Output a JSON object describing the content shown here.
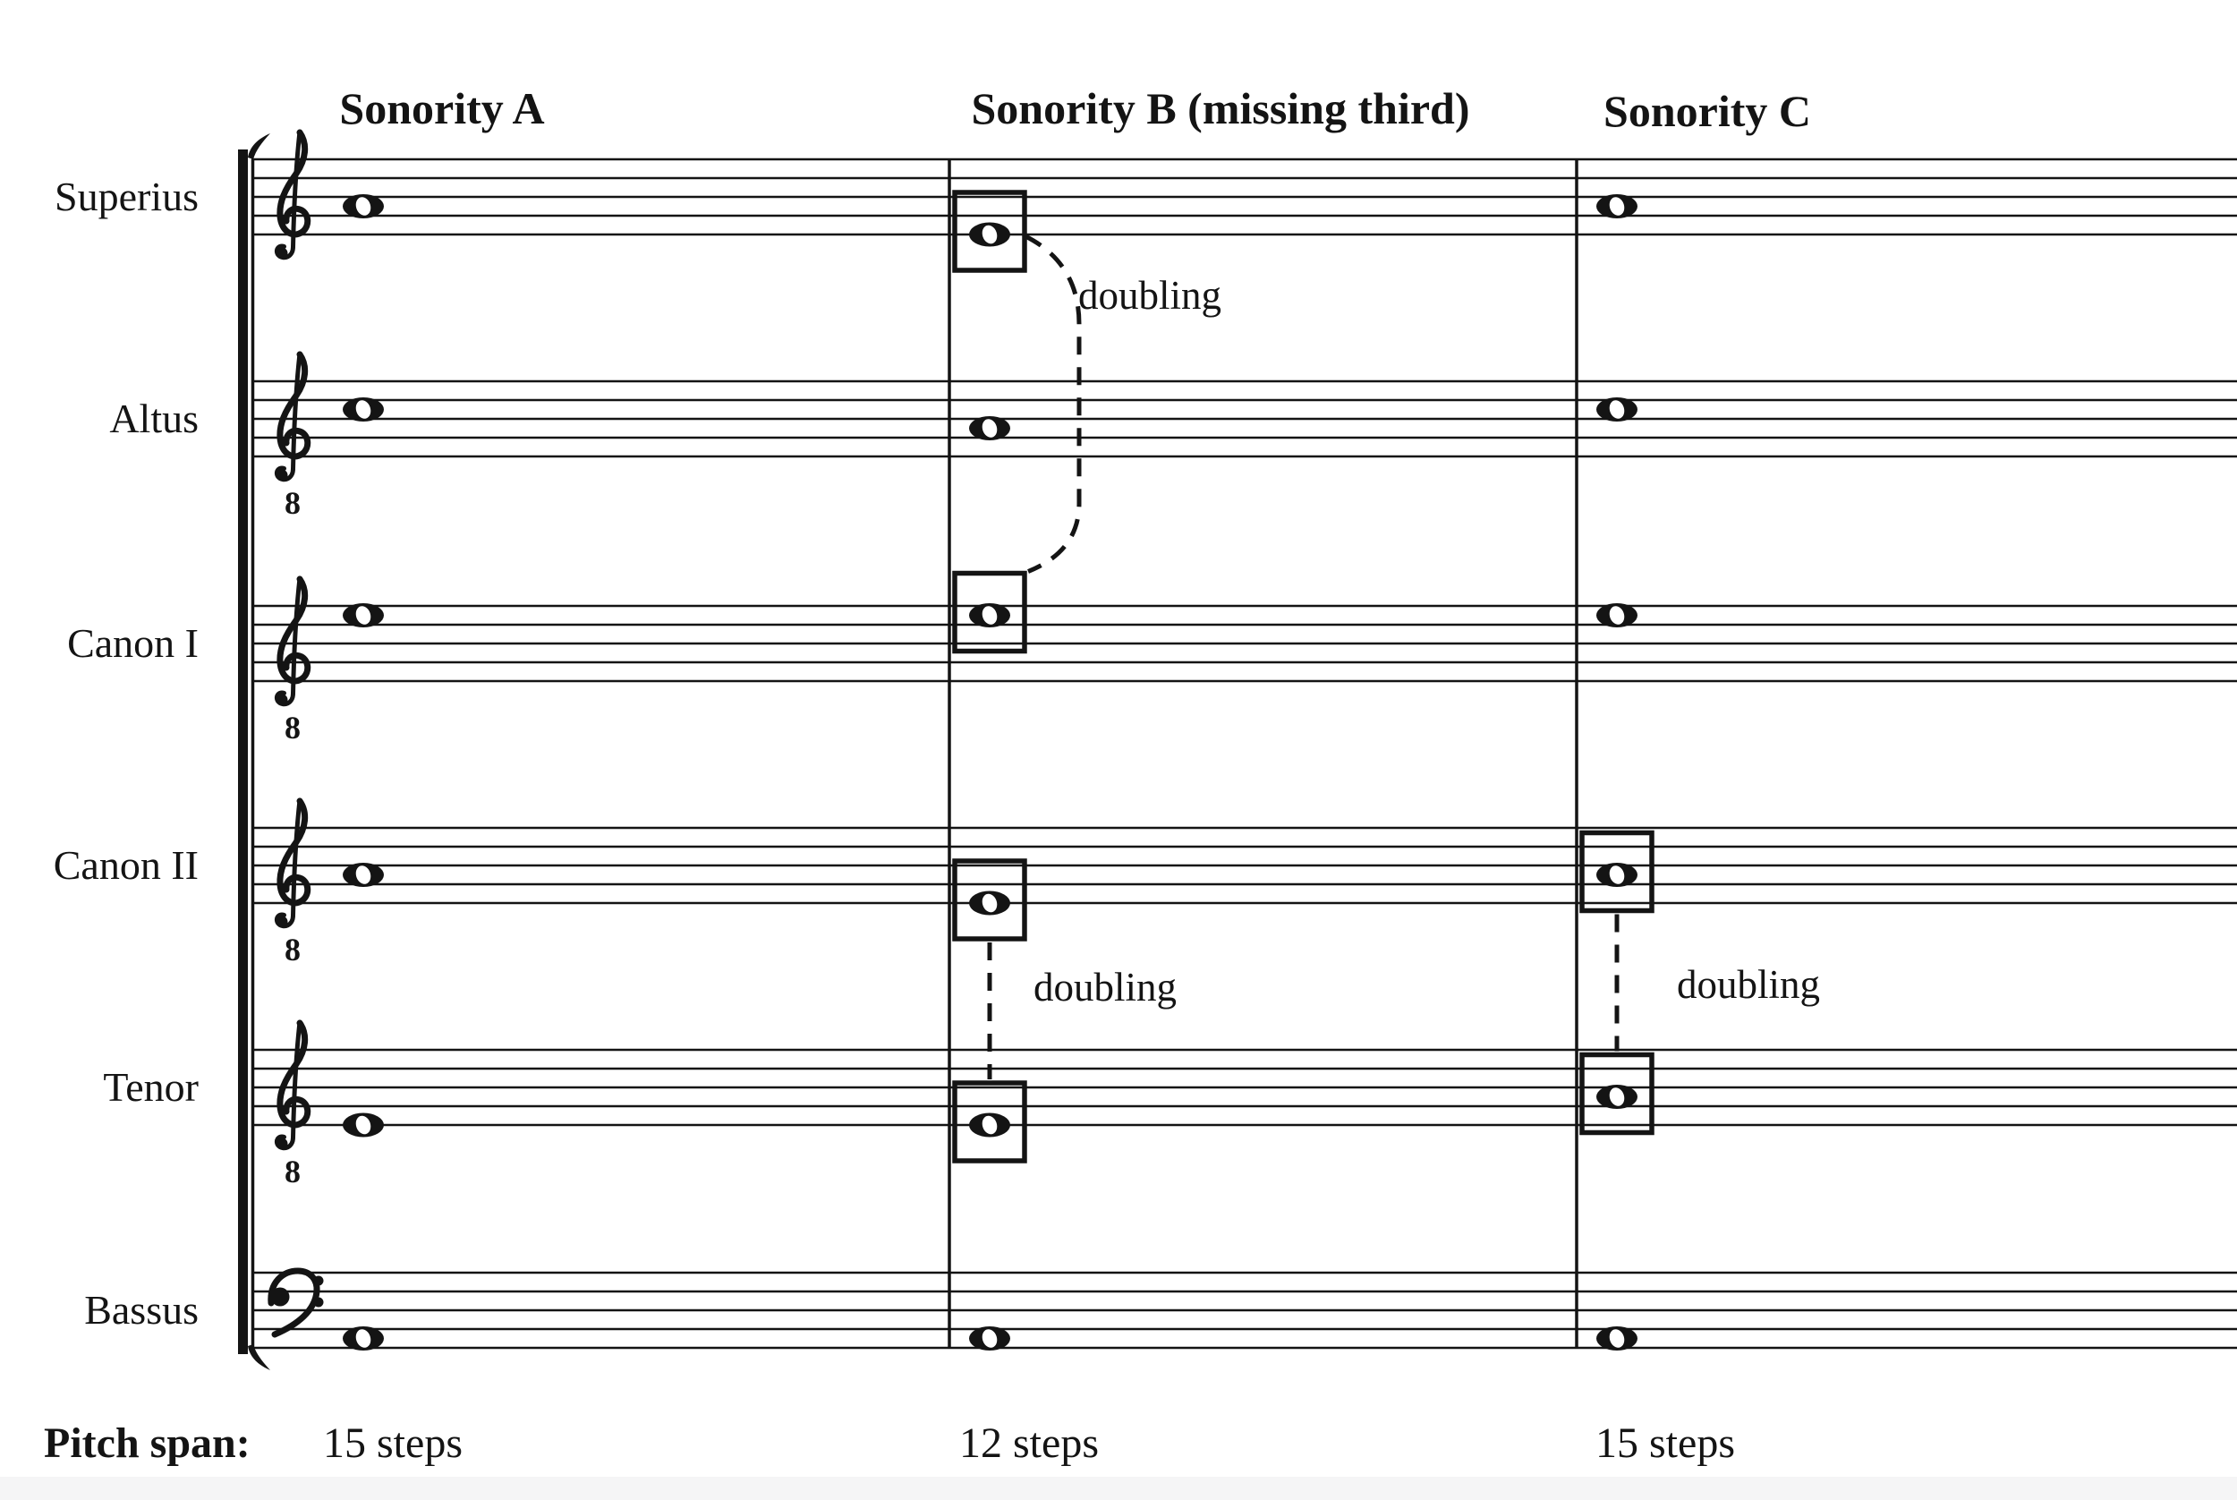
{
  "headers": {
    "sonority_a": "Sonority A",
    "sonority_b": "Sonority B (missing third)",
    "sonority_c": "Sonority C"
  },
  "voices": [
    {
      "name": "Superius",
      "clef": "treble",
      "octave_mark": "",
      "notes": [
        {
          "sonority": "A",
          "staff_step": 5,
          "boxed": false
        },
        {
          "sonority": "B",
          "staff_step": 8,
          "boxed": true
        },
        {
          "sonority": "C",
          "staff_step": 5,
          "boxed": false
        }
      ]
    },
    {
      "name": "Altus",
      "clef": "treble",
      "octave_mark": "8",
      "notes": [
        {
          "sonority": "A",
          "staff_step": 3,
          "boxed": false
        },
        {
          "sonority": "B",
          "staff_step": 5,
          "boxed": false
        },
        {
          "sonority": "C",
          "staff_step": 3,
          "boxed": false
        }
      ]
    },
    {
      "name": "Canon I",
      "clef": "treble",
      "octave_mark": "8",
      "notes": [
        {
          "sonority": "A",
          "staff_step": 1,
          "boxed": false
        },
        {
          "sonority": "B",
          "staff_step": 1,
          "boxed": true
        },
        {
          "sonority": "C",
          "staff_step": 1,
          "boxed": false
        }
      ]
    },
    {
      "name": "Canon II",
      "clef": "treble",
      "octave_mark": "8",
      "notes": [
        {
          "sonority": "A",
          "staff_step": 5,
          "boxed": false
        },
        {
          "sonority": "B",
          "staff_step": 8,
          "boxed": true
        },
        {
          "sonority": "C",
          "staff_step": 5,
          "boxed": true
        }
      ]
    },
    {
      "name": "Tenor",
      "clef": "treble",
      "octave_mark": "8",
      "notes": [
        {
          "sonority": "A",
          "staff_step": 8,
          "boxed": false
        },
        {
          "sonority": "B",
          "staff_step": 8,
          "boxed": true
        },
        {
          "sonority": "C",
          "staff_step": 5,
          "boxed": true
        }
      ]
    },
    {
      "name": "Bassus",
      "clef": "bass",
      "octave_mark": "",
      "notes": [
        {
          "sonority": "A",
          "staff_step": 7,
          "boxed": false
        },
        {
          "sonority": "B",
          "staff_step": 7,
          "boxed": false
        },
        {
          "sonority": "C",
          "staff_step": 7,
          "boxed": false
        }
      ]
    }
  ],
  "doubling_links": [
    {
      "sonority": "B",
      "from": "Superius",
      "to": "Canon I",
      "label": "doubling",
      "shape": "curved"
    },
    {
      "sonority": "B",
      "from": "Canon II",
      "to": "Tenor",
      "label": "doubling",
      "shape": "straight"
    },
    {
      "sonority": "C",
      "from": "Canon II",
      "to": "Tenor",
      "label": "doubling",
      "shape": "straight"
    }
  ],
  "footer": {
    "label": "Pitch span:",
    "values": [
      {
        "sonority": "A",
        "text": "15 steps"
      },
      {
        "sonority": "B",
        "text": "12 steps"
      },
      {
        "sonority": "C",
        "text": "15 steps"
      }
    ]
  },
  "colors": {
    "ink": "#141414",
    "background": "#ffffff",
    "page_edge": "#f5f5f6"
  }
}
